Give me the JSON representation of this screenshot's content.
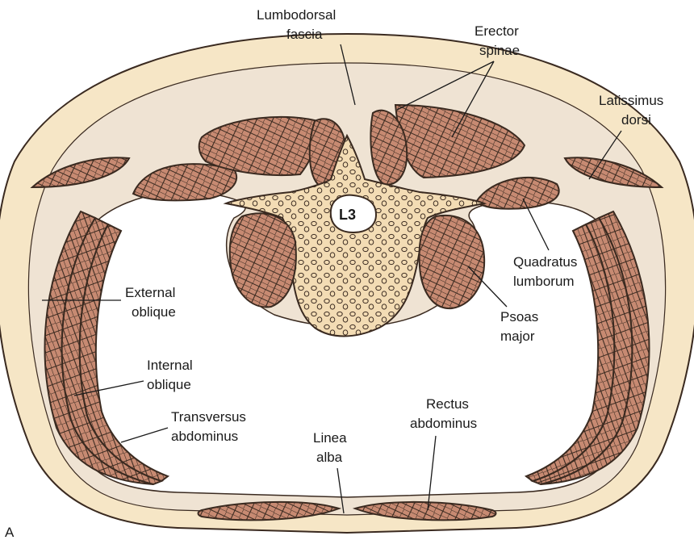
{
  "figure": {
    "panel_letter": "A",
    "vertebra_label": "L3",
    "labels": {
      "lumbodorsal_fascia": [
        "Lumbodorsal",
        "fascia"
      ],
      "erector_spinae": [
        "Erector",
        "spinae"
      ],
      "latissimus_dorsi": [
        "Latissimus",
        "dorsi"
      ],
      "quadratus_lumborum": [
        "Quadratus",
        "lumborum"
      ],
      "psoas_major": [
        "Psoas",
        "major"
      ],
      "external_oblique": [
        "External",
        "oblique"
      ],
      "internal_oblique": [
        "Internal",
        "oblique"
      ],
      "transversus_abdominus": [
        "Transversus",
        "abdominus"
      ],
      "linea_alba": [
        "Linea",
        "alba"
      ],
      "rectus_abdominus": [
        "Rectus",
        "abdominus"
      ]
    },
    "colors": {
      "skin_fat": "#f6e6c6",
      "fascia": "#efe3d3",
      "muscle": "#c78a72",
      "muscle_lines": "#3a2a20",
      "bone": "#f3dcb4",
      "outline": "#3a2a20"
    }
  }
}
